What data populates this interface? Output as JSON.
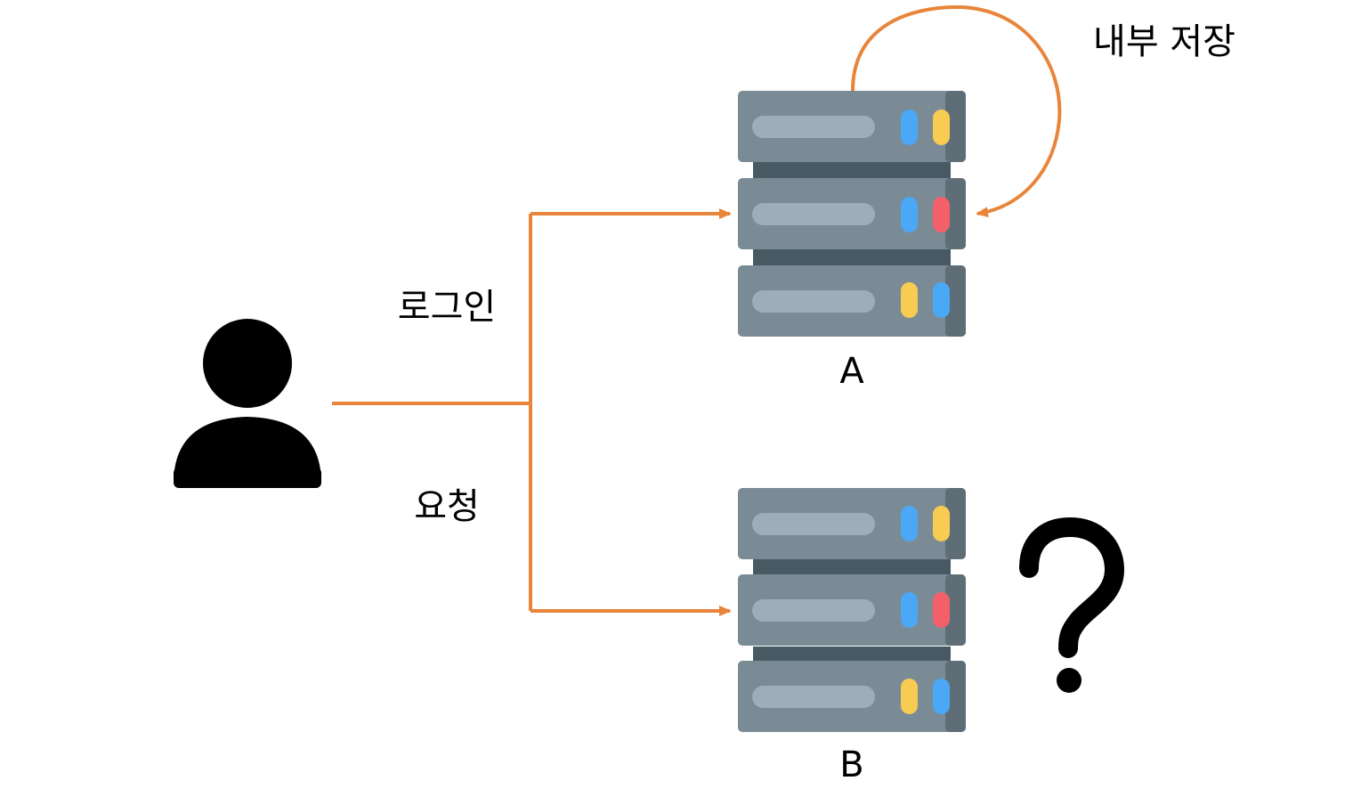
{
  "labels": {
    "internal_storage": "내부 저장",
    "login": "로그인",
    "request": "요청",
    "question_mark": "?"
  },
  "servers": {
    "a": {
      "label": "A",
      "lights": [
        "blue-yellow",
        "blue-red",
        "yellow-blue"
      ]
    },
    "b": {
      "label": "B",
      "lights": [
        "blue-yellow",
        "blue-red",
        "yellow-blue"
      ]
    }
  },
  "colors": {
    "arrow": "#e8853a",
    "server_body": "#7b8b96",
    "server_shadow": "#5f6d76",
    "server_gap": "#475a63",
    "server_slot": "#9fadb8",
    "light_blue": "#4aa8f6",
    "light_yellow": "#f8cc52",
    "light_red": "#f4606a",
    "user": "#000000"
  },
  "icons": [
    "user-icon",
    "server-icon",
    "question-mark-icon"
  ]
}
